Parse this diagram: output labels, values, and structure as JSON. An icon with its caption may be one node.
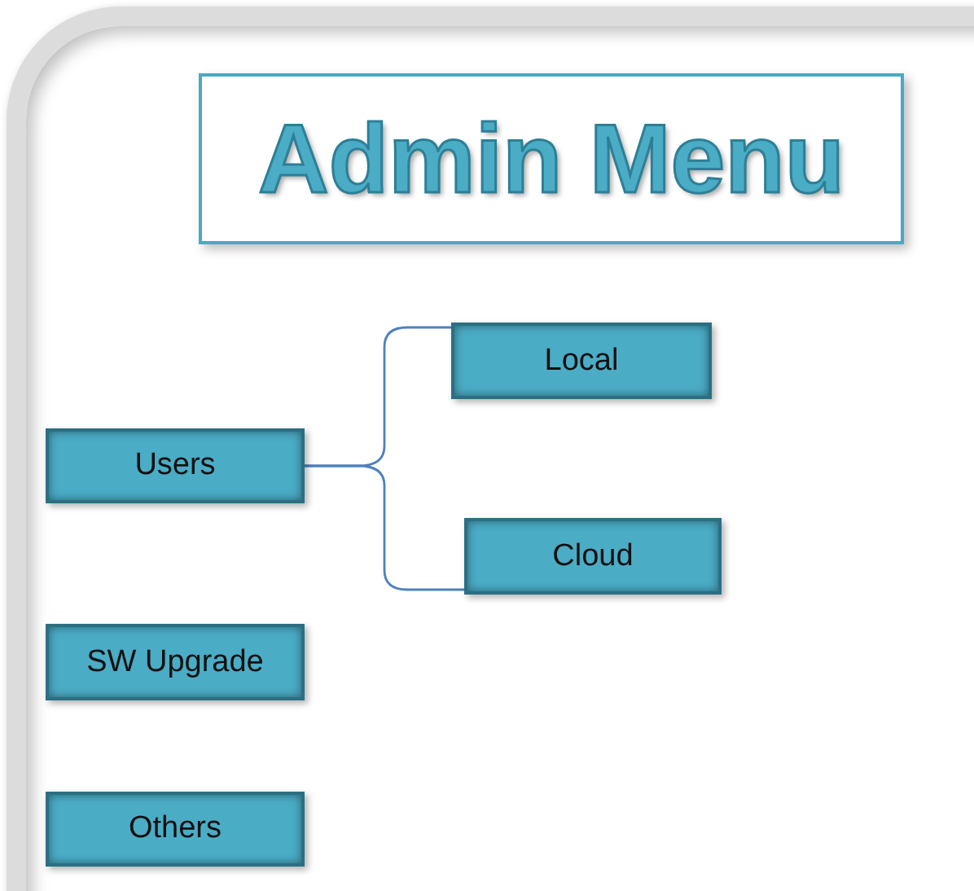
{
  "diagram": {
    "title": "Admin Menu",
    "nodes": [
      {
        "text": [
          "Local"
        ]
      },
      {
        "text": [
          "Users"
        ]
      },
      {
        "text": [
          "Cloud"
        ]
      },
      {
        "text": [
          "SW Upgrade"
        ]
      },
      {
        "text": [
          "Others"
        ]
      }
    ],
    "edges": [
      {
        "from": 1,
        "to": 0,
        "arrow": "none"
      },
      {
        "from": 1,
        "to": 2,
        "arrow": "none"
      }
    ]
  }
}
